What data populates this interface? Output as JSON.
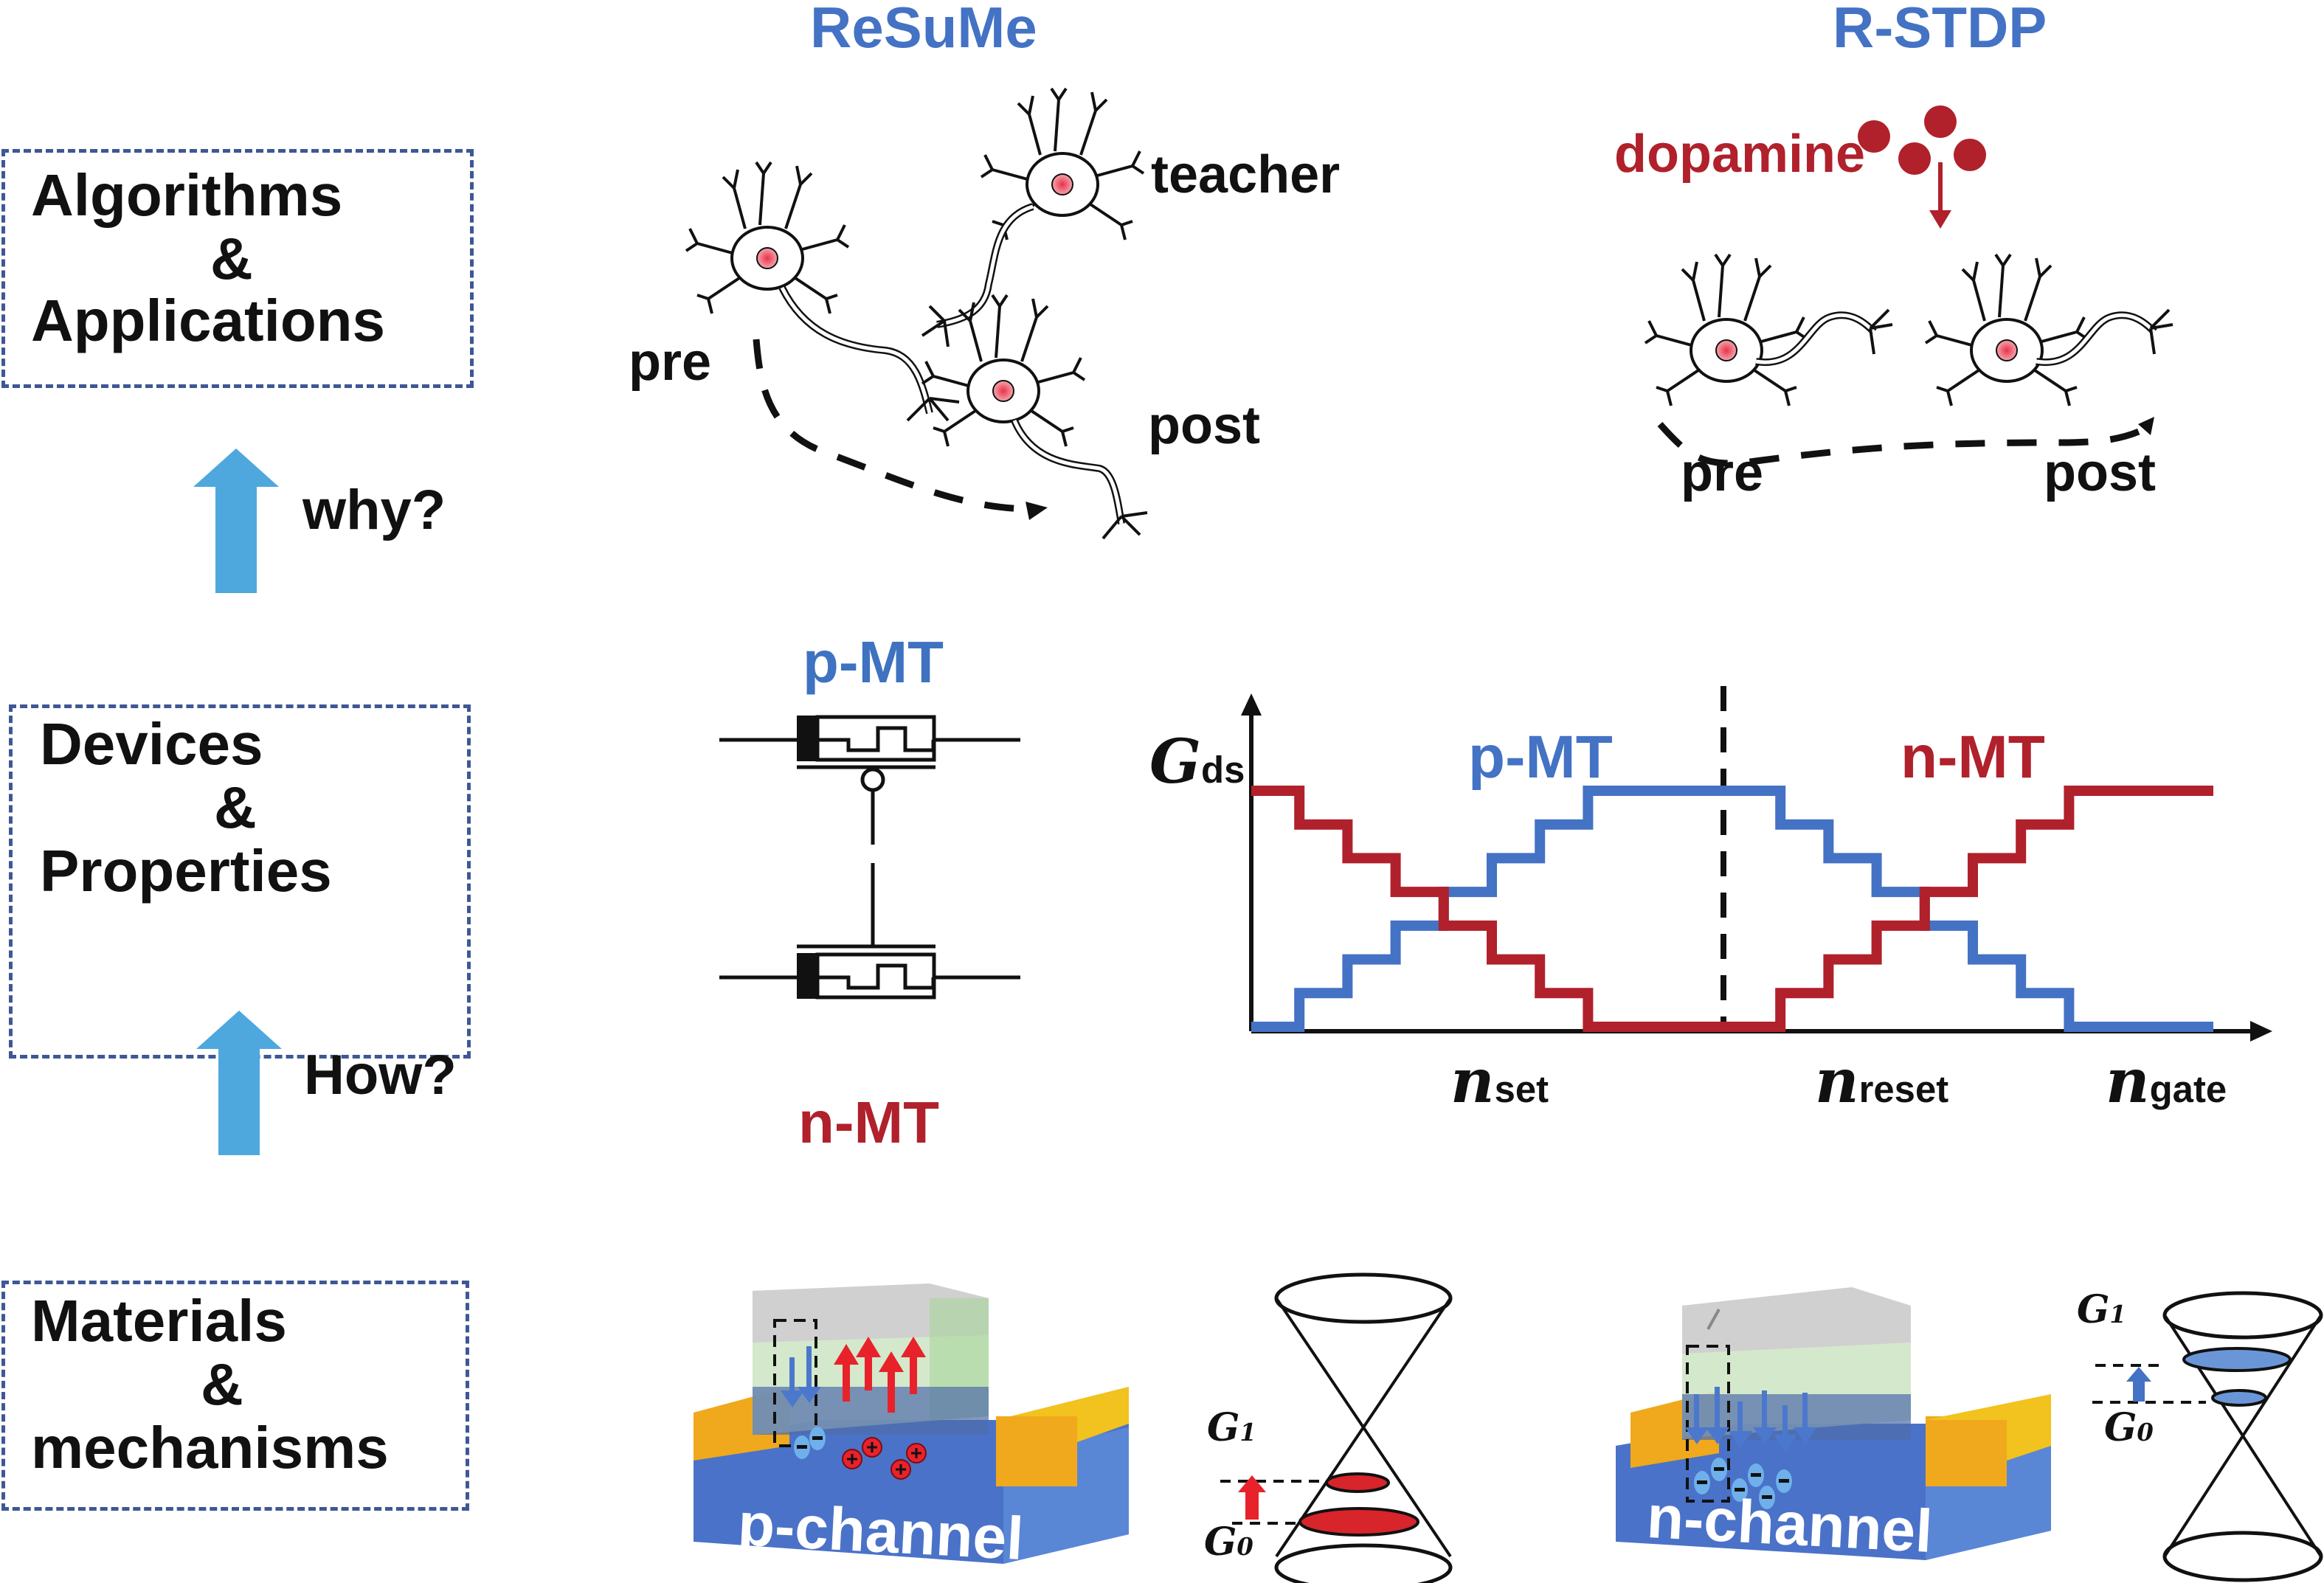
{
  "layers": [
    {
      "line1": "Algorithms",
      "amp": "&",
      "line2": "Applications"
    },
    {
      "line1": "Devices",
      "amp": "&",
      "line2": "Properties"
    },
    {
      "line1": "Materials",
      "amp": "&",
      "line2": "mechanisms"
    }
  ],
  "arrows": {
    "upper": "why?",
    "lower": "How?"
  },
  "columns": {
    "left": "ReSuMe",
    "right": "R-STDP"
  },
  "resume": {
    "pre": "pre",
    "teacher": "teacher",
    "post": "post"
  },
  "rstdp": {
    "dopamine": "dopamine",
    "pre": "pre",
    "post": "post"
  },
  "circuit": {
    "top": "p-MT",
    "bottom": "n-MT"
  },
  "materials": {
    "p_channel": "p-channel",
    "n_channel": "n-channel",
    "g1": "G",
    "g1_sub": "1",
    "g0": "G",
    "g0_sub": "0"
  },
  "colors": {
    "title_blue": "#4472c4",
    "p_blue": "#4472c4",
    "n_red": "#b0212b",
    "arrow_cyan": "#4ea8de",
    "box_border": "#3e5795"
  },
  "chart_data": {
    "type": "line",
    "title": "",
    "ylabel": "G",
    "ylabel_sub": "ds",
    "xlabels": [
      {
        "main": "n",
        "sub": "set"
      },
      {
        "main": "n",
        "sub": "reset"
      },
      {
        "main": "n",
        "sub": "gate"
      }
    ],
    "x_steps": [
      0,
      1,
      2,
      3,
      4,
      5,
      6,
      7,
      8,
      9,
      10,
      11,
      12,
      13,
      14,
      15,
      16,
      17,
      18,
      19
    ],
    "divider_at_step": 10,
    "ylim": [
      0,
      7
    ],
    "series": [
      {
        "name": "p-MT",
        "color": "#4472c4",
        "values": [
          0,
          1,
          2,
          3,
          4,
          5,
          6,
          7,
          7,
          7,
          7,
          6,
          5,
          4,
          3,
          2,
          1,
          0,
          0,
          0
        ]
      },
      {
        "name": "n-MT",
        "color": "#b0212b",
        "values": [
          7,
          6,
          5,
          4,
          3,
          2,
          1,
          0,
          0,
          0,
          0,
          1,
          2,
          3,
          4,
          5,
          6,
          7,
          7,
          7
        ]
      }
    ],
    "legend": [
      {
        "label": "p-MT",
        "position": "top-left"
      },
      {
        "label": "n-MT",
        "position": "top-right"
      }
    ],
    "grid": false
  }
}
